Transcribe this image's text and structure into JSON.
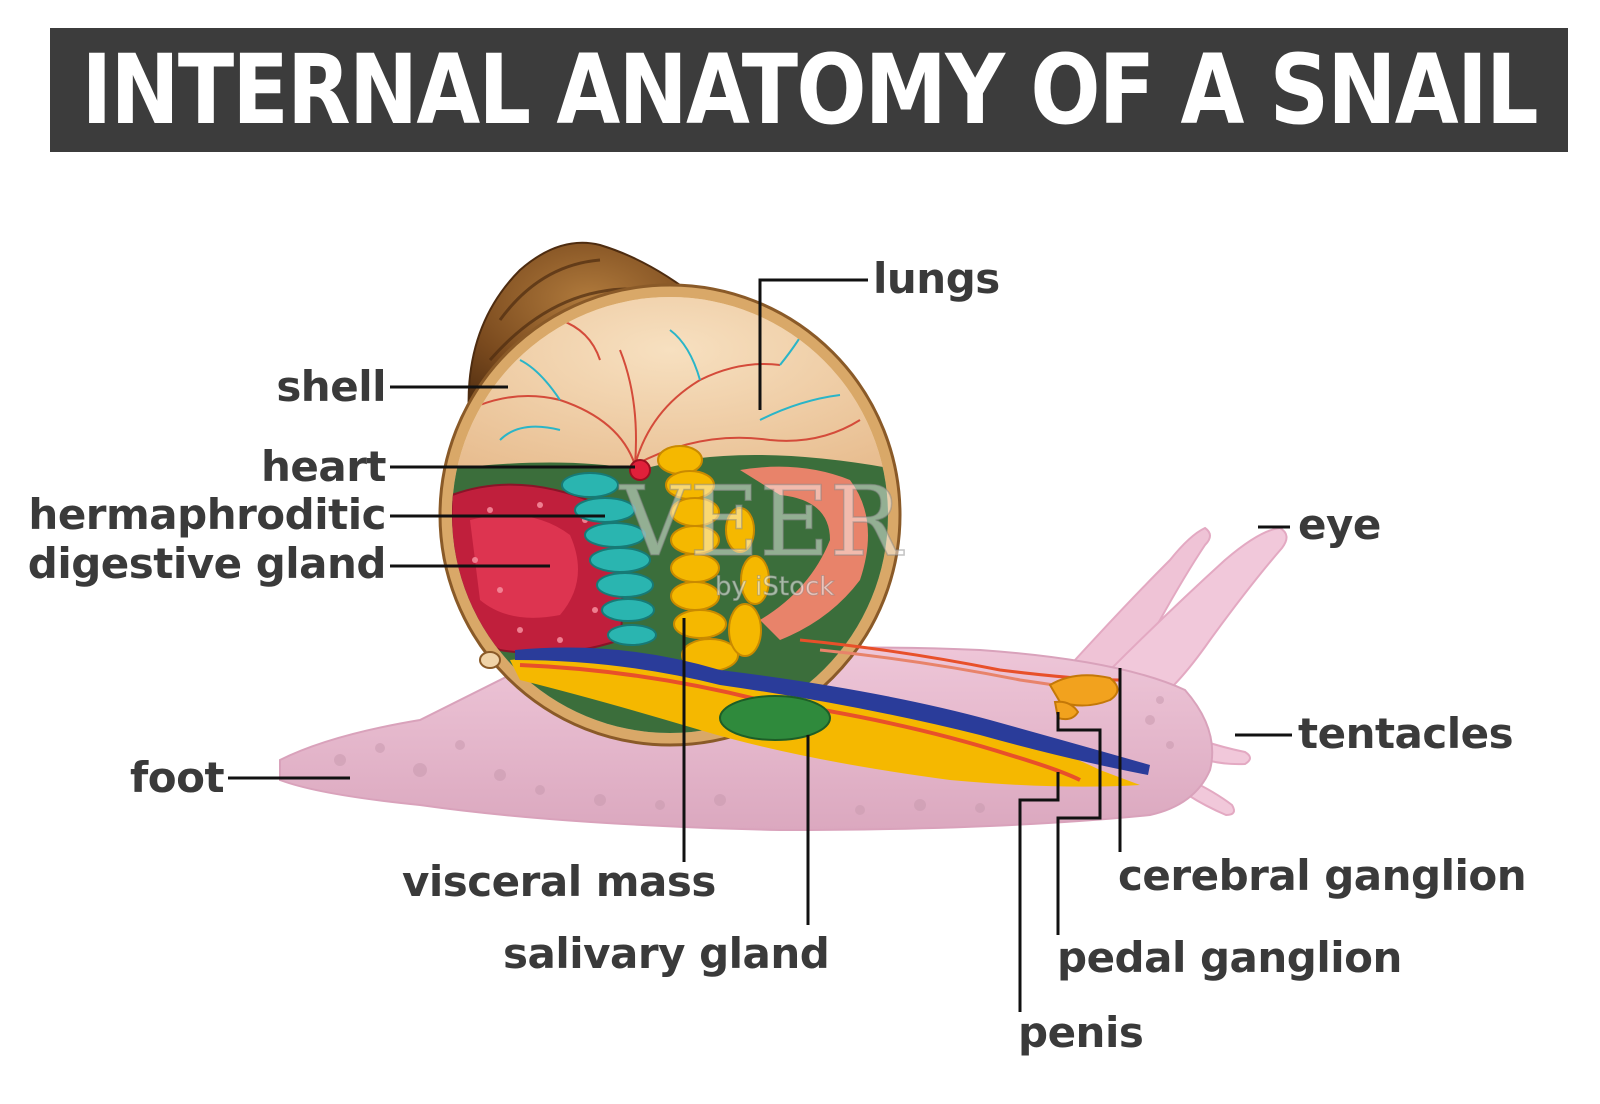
{
  "title": "INTERNAL ANATOMY OF A SNAIL",
  "labels": {
    "lungs": "lungs",
    "shell": "shell",
    "heart": "heart",
    "hermaphroditic": "hermaphroditic",
    "digestive_gland": "digestive gland",
    "eye": "eye",
    "tentacles": "tentacles",
    "foot": "foot",
    "visceral_mass": "visceral mass",
    "salivary_gland": "salivary gland",
    "cerebral_ganglion": "cerebral ganglion",
    "pedal_ganglion": "pedal ganglion",
    "penis": "penis"
  },
  "watermark": {
    "brand": "VEER",
    "sub": "by iStock"
  },
  "colors": {
    "title_bg": "#3c3c3c",
    "label_text": "#3a3a3a",
    "shell_outer": "#7a4a1e",
    "body_pink": "#e8bcd0",
    "lung_tan": "#f2d2aa",
    "digestive_red": "#c0203a",
    "gonad_teal": "#2ab5b0",
    "visceral_yellow": "#f5b800",
    "salivary_green": "#2f8a3c",
    "ganglion_orange": "#f2a21e"
  }
}
